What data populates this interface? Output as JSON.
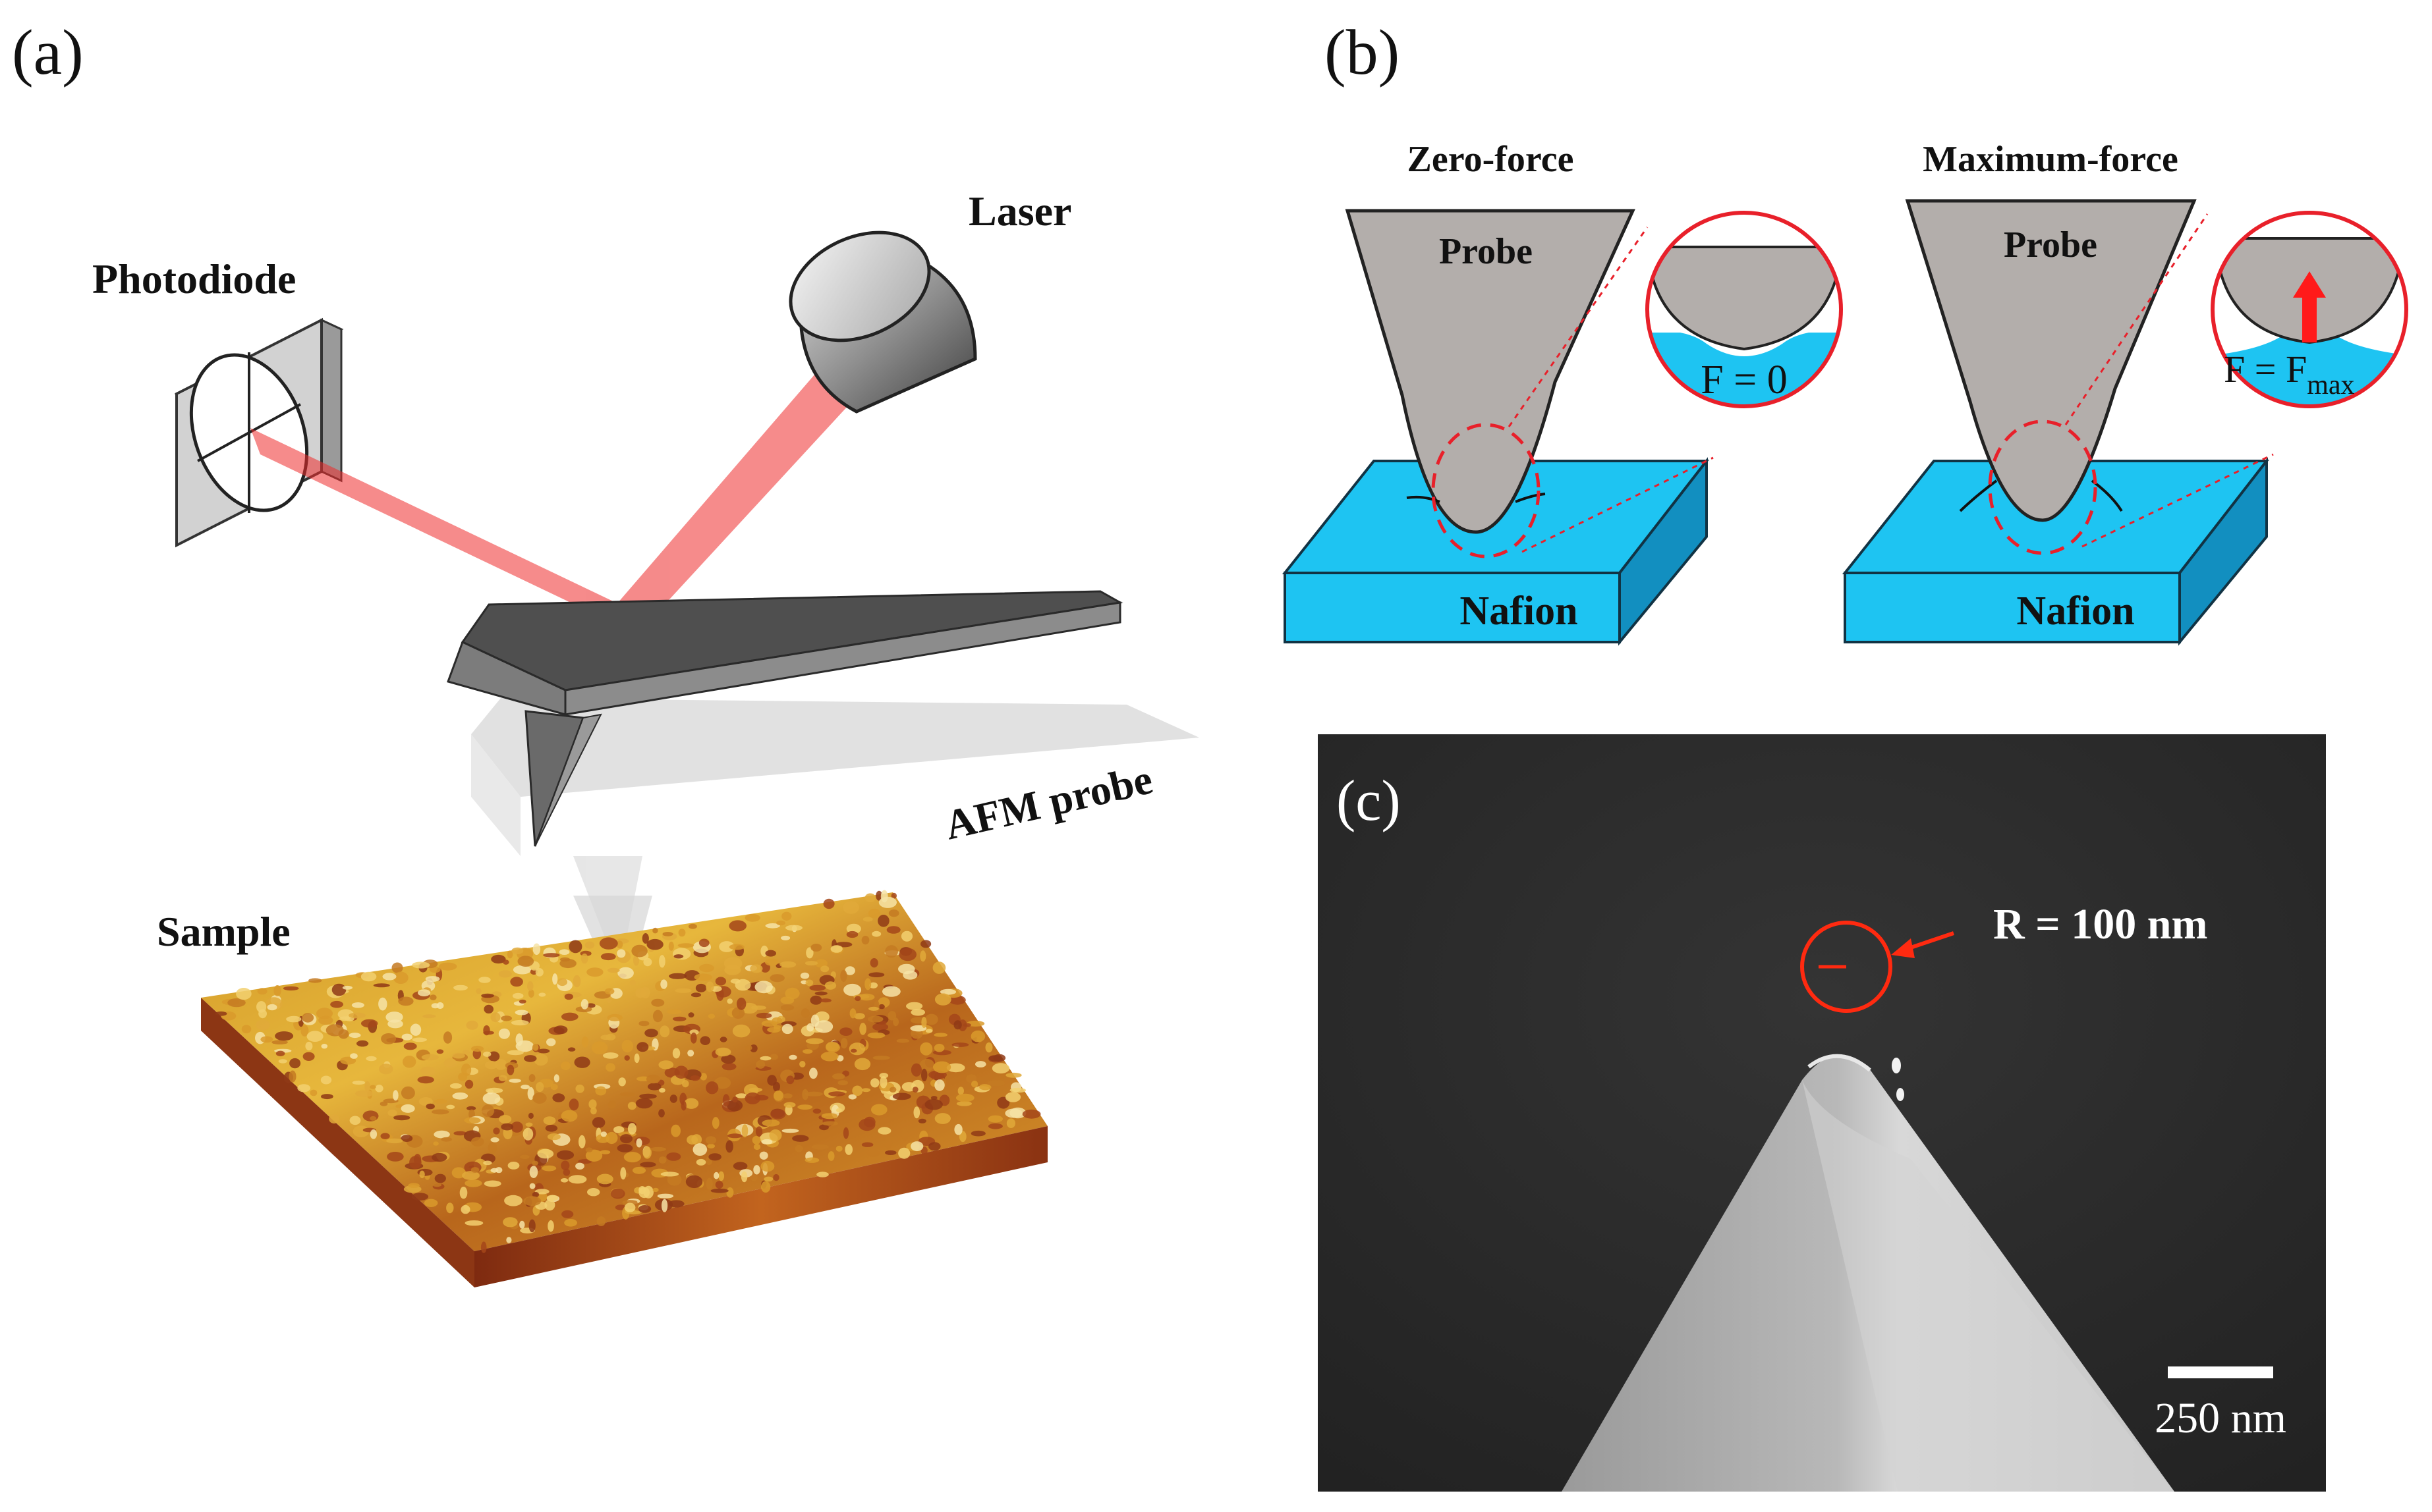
{
  "panels": {
    "a": {
      "label": "(a)",
      "photodiode": "Photodiode",
      "laser": "Laser",
      "afm_probe": "AFM probe",
      "sample": "Sample"
    },
    "b": {
      "label": "(b)",
      "left_title": "Zero-force",
      "right_title": "Maximum-force",
      "probe_left": "Probe",
      "probe_right": "Probe",
      "nafion_left": "Nafion",
      "nafion_right": "Nafion",
      "force_zero": "F = 0",
      "force_max_main": "F = F",
      "force_max_sub": "max"
    },
    "c": {
      "label": "(c)",
      "radius": "R = 100 nm",
      "scale": "250 nm"
    }
  },
  "colors": {
    "laser": "#ee2b2b",
    "nafion": "#1ec4f2",
    "probe_gray": "#b3aeab",
    "sem_bg": "#2a2a2a",
    "annotation_red": "#ff2a10"
  }
}
